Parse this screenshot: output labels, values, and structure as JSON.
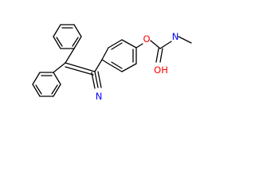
{
  "molecule": {
    "atoms": {
      "O_ether": {
        "text": "O",
        "color": "#ff0000"
      },
      "N_amide": {
        "text": "N",
        "color": "#0000ff"
      },
      "OH": {
        "text": "OH",
        "color": "#ff0000"
      },
      "N_nitrile": {
        "text": "N",
        "color": "#0000ff"
      }
    }
  }
}
